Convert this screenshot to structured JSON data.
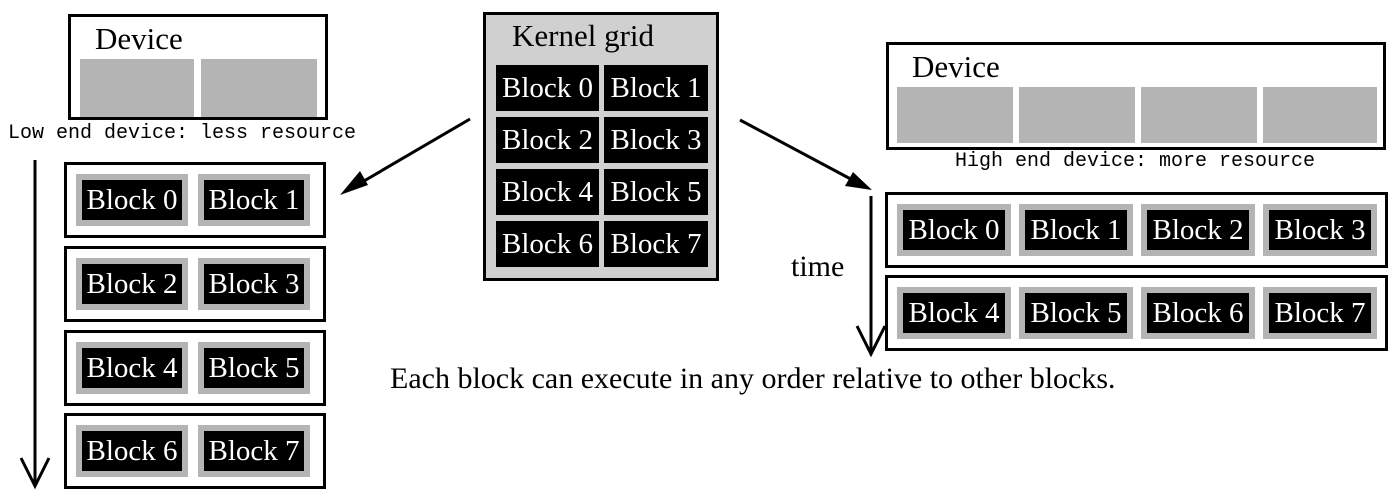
{
  "kernel_grid": {
    "title": "Kernel grid",
    "blocks": [
      "Block 0",
      "Block 1",
      "Block 2",
      "Block 3",
      "Block 4",
      "Block 5",
      "Block 6",
      "Block 7"
    ]
  },
  "low_end": {
    "device_title": "Device",
    "caption": "Low end device: less resource",
    "rows": [
      [
        "Block 0",
        "Block 1"
      ],
      [
        "Block 2",
        "Block 3"
      ],
      [
        "Block 4",
        "Block 5"
      ],
      [
        "Block 6",
        "Block 7"
      ]
    ]
  },
  "high_end": {
    "device_title": "Device",
    "caption": "High end device: more resource",
    "time_label": "time",
    "rows": [
      [
        "Block 0",
        "Block 1",
        "Block 2",
        "Block 3"
      ],
      [
        "Block 4",
        "Block 5",
        "Block 6",
        "Block 7"
      ]
    ]
  },
  "note": "Each block can execute in any order relative to other blocks.",
  "colors": {
    "block_bg": "#000000",
    "block_text": "#ffffff",
    "sm_gray": "#b4b4b4",
    "grid_bg": "#d0d0d0"
  }
}
